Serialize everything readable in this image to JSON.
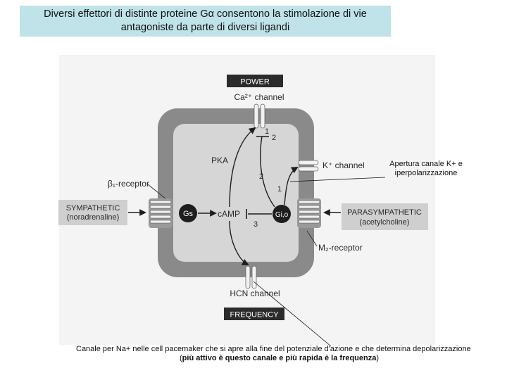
{
  "title": {
    "line1": "Diversi effettori di distinte proteine Gα consentono la stimolazione di vie",
    "line2": "antagoniste da parte di diversi ligandi"
  },
  "diagram": {
    "power_label": "POWER",
    "ca_channel": "Ca²⁺ channel",
    "k_channel": "K⁺ channel",
    "pka": "PKA",
    "beta1_receptor": "β₁-receptor",
    "sympathetic_line1": "SYMPATHETIC",
    "sympathetic_line2": "(noradrenaline)",
    "gs": "Gs",
    "camp": "cAMP",
    "gio": "Gi,o",
    "parasympathetic_line1": "PARASYMPATHETIC",
    "parasympathetic_line2": "(acetylcholine)",
    "m2_receptor": "M₂-receptor",
    "hcn_channel": "HCN channel",
    "frequency_label": "FREQUENCY",
    "num1a": "1",
    "num2a": "2",
    "num2b": "2",
    "num1b": "1",
    "num3": "3"
  },
  "notes": {
    "k_annotation_line1": "Apertura canale K+ e",
    "k_annotation_line2": "iperpolarizzazione",
    "hcn_annotation_line1": "Canale per Na+ nelle cell pacemaker che si apre alla fine del potenziale d'azione e che determina depolarizzazione",
    "hcn_annotation_open": "(",
    "hcn_annotation_bold": "più attivo è questo canale e più rapida è la frequenza",
    "hcn_annotation_close": ")"
  },
  "colors": {
    "title_bg": "#bfe3e8",
    "cell_fill": "#8a8a8a",
    "cell_inner": "#d6d6d6",
    "label_box": "#cfcfcf",
    "dark_box": "#2b2b2b"
  }
}
